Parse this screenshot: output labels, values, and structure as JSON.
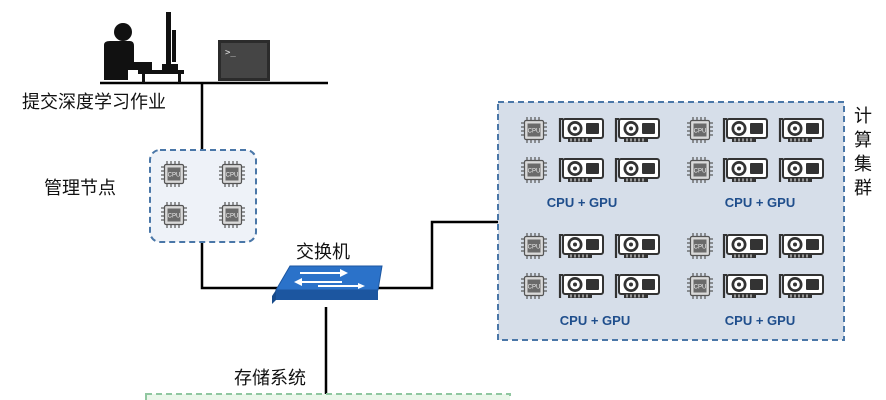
{
  "labels": {
    "submit_job": "提交深度学习作业",
    "mgmt_node": "管理节点",
    "switch": "交换机",
    "storage": "存储系统",
    "cluster_chars": [
      "计",
      "算",
      "集",
      "群"
    ],
    "cpu_gpu": "CPU + GPU",
    "cpu": "CPU",
    "terminal_prompt": ">_"
  },
  "icons": {
    "user": "user-at-computer-icon",
    "terminal": "terminal-icon",
    "cpu": "cpu-chip-icon",
    "gpu": "gpu-card-icon",
    "switch": "network-switch-icon"
  },
  "colors": {
    "line": "#000000",
    "dash_border": "#4a77a8",
    "cluster_fill": "#d6dee9",
    "mgmt_fill": "#eef2f8",
    "storage_border": "#90c7a0",
    "storage_fill": "#eaf6ea",
    "label_blue": "#1f4e8c",
    "switch_blue": "#2b72c9"
  }
}
